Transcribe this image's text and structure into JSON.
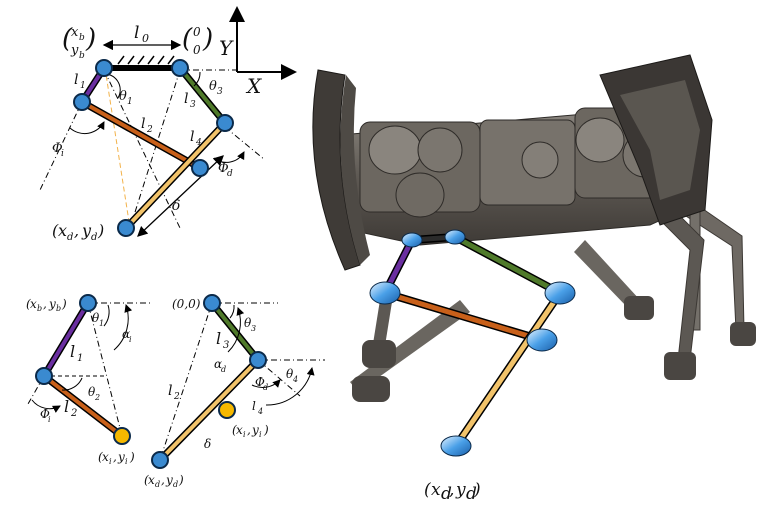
{
  "top_diagram": {
    "base_point": "(x_b, y_b)",
    "base_x": "x",
    "base_x_sub": "b",
    "base_y": "y",
    "base_y_sub": "b",
    "origin_top": "0",
    "origin_bottom": "0",
    "l0": "l",
    "l0_sub": "0",
    "l1": "l",
    "l1_sub": "1",
    "l2": "l",
    "l2_sub": "2",
    "l3": "l",
    "l3_sub": "3",
    "l4": "l",
    "l4_sub": "4",
    "theta1": "θ",
    "theta1_sub": "1",
    "theta3": "θ",
    "theta3_sub": "3",
    "phi_i": "Φ",
    "phi_i_sub": "i",
    "phi_d": "Φ",
    "phi_d_sub": "d",
    "delta": "δ",
    "end_point": "(x_d, y_d)",
    "end_x": "x",
    "end_x_sub": "d",
    "end_y": "y",
    "end_y_sub": "d",
    "axis_x": "X",
    "axis_y": "Y"
  },
  "bottom_left_diagram": {
    "base_point_x": "x",
    "base_point_x_sub": "b",
    "base_point_y": "y",
    "base_point_y_sub": "b",
    "theta1": "θ",
    "theta1_sub": "1",
    "alpha": "α",
    "alpha_sub": "i",
    "l1": "l",
    "l1_sub": "1",
    "theta2": "θ",
    "theta2_sub": "2",
    "l2": "l",
    "l2_sub": "2",
    "phi": "Φ",
    "phi_sub": "i",
    "end_x": "x",
    "end_x_sub": "i",
    "end_y": "y",
    "end_y_sub": "i"
  },
  "bottom_right_diagram": {
    "origin": "(0,0)",
    "theta3": "θ",
    "theta3_sub": "3",
    "l3": "l",
    "l3_sub": "3",
    "alpha": "α",
    "alpha_sub": "d",
    "l2": "l",
    "l2_sub": "2",
    "phi": "Φ",
    "phi_sub": "d",
    "theta4": "θ",
    "theta4_sub": "4",
    "l4": "l",
    "l4_sub": "4",
    "mid_x": "x",
    "mid_x_sub": "i",
    "mid_y": "y",
    "mid_y_sub": "i",
    "delta": "δ",
    "end_x": "x",
    "end_x_sub": "d",
    "end_y": "y",
    "end_y_sub": "d"
  },
  "robot_caption": {
    "x": "x",
    "x_sub": "d",
    "y": "y",
    "y_sub": "d"
  },
  "colors": {
    "l0": "#000000",
    "l1": "#6a2ea0",
    "l2": "#c8601a",
    "l3": "#4f7a2a",
    "l4": "#f2c36a",
    "joint": "#3a8ad0",
    "joint_yellow": "#f5b800",
    "robot_body": "#5e5a54"
  }
}
